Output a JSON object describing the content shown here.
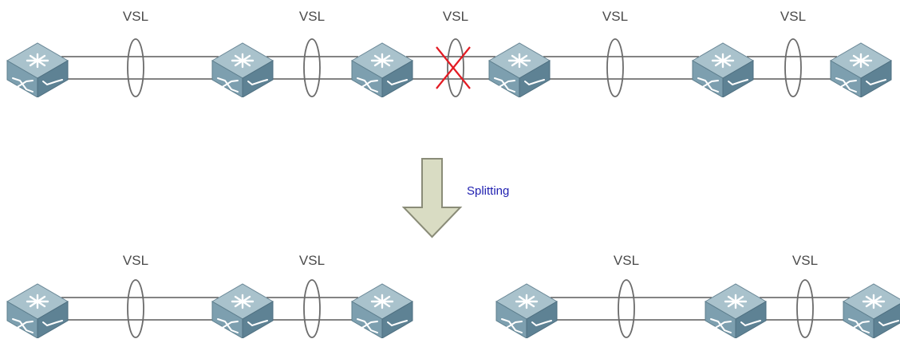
{
  "colors": {
    "line": "#5a5a5a",
    "ring": "#6b6b6b",
    "switch_top": "#a9c2cc",
    "switch_front": "#7d9faf",
    "switch_side": "#5e8294",
    "break_mark": "#e31b23",
    "arrow_fill": "#d9dcc3",
    "arrow_stroke": "#8a8c78",
    "split_text": "#1f1fb0"
  },
  "diagram": {
    "top_row": {
      "links": [
        {
          "label": "VSL",
          "broken": false
        },
        {
          "label": "VSL",
          "broken": false
        },
        {
          "label": "VSL",
          "broken": true
        },
        {
          "label": "VSL",
          "broken": false
        },
        {
          "label": "VSL",
          "broken": false
        }
      ]
    },
    "transition": {
      "label": "Splitting",
      "icon": "down-arrow-icon"
    },
    "bottom_left": {
      "links": [
        {
          "label": "VSL"
        },
        {
          "label": "VSL"
        }
      ]
    },
    "bottom_right": {
      "links": [
        {
          "label": "VSL"
        },
        {
          "label": "VSL"
        }
      ]
    },
    "device_icon": "network-switch-icon",
    "break_icon": "red-x-icon"
  }
}
